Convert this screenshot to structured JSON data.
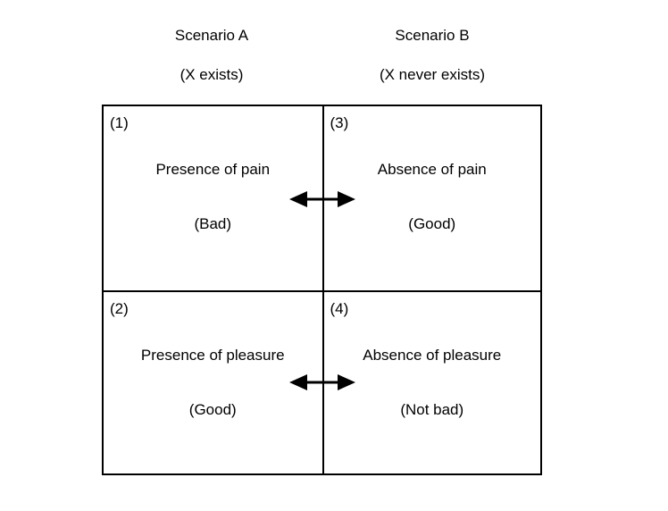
{
  "diagram": {
    "title_present": false,
    "background_color": "#ffffff",
    "line_color": "#000000",
    "columns": [
      {
        "id": "scenario-a",
        "title": "Scenario A",
        "subtitle": "(X exists)"
      },
      {
        "id": "scenario-b",
        "title": "Scenario B",
        "subtitle": "(X never exists)"
      }
    ],
    "cells": [
      {
        "number": "(1)",
        "main": "Presence of pain",
        "value": "(Bad)",
        "column": "scenario-a",
        "row": "pain"
      },
      {
        "number": "(3)",
        "main": "Absence of pain",
        "value": "(Good)",
        "column": "scenario-b",
        "row": "pain"
      },
      {
        "number": "(2)",
        "main": "Presence of pleasure",
        "value": "(Good)",
        "column": "scenario-a",
        "row": "pleasure"
      },
      {
        "number": "(4)",
        "main": "Absence of pleasure",
        "value": "(Not bad)",
        "column": "scenario-b",
        "row": "pleasure"
      }
    ],
    "connectors": [
      {
        "id": "arrow-pain",
        "icon": "double-headed-arrow-icon",
        "connects": "(1) ↔ (3)"
      },
      {
        "id": "arrow-pleasure",
        "icon": "double-headed-arrow-icon",
        "connects": "(2) ↔ (4)"
      }
    ]
  }
}
